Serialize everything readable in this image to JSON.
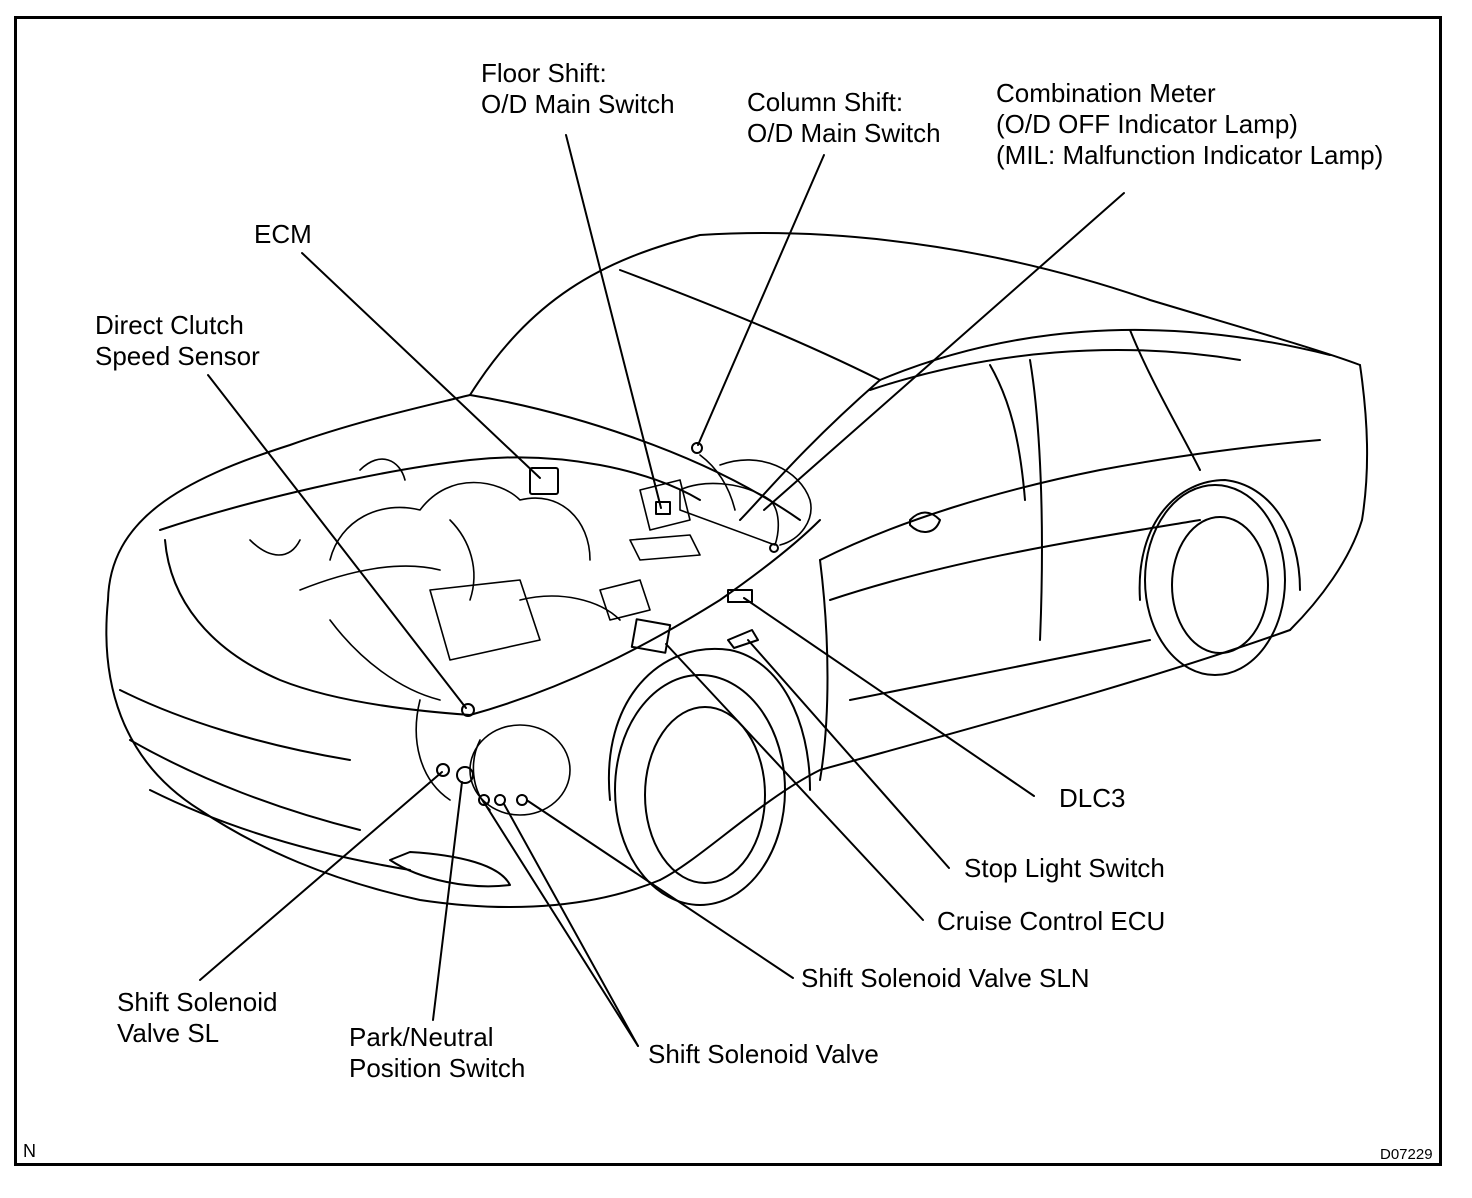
{
  "labels": {
    "floor_shift_1": "Floor Shift:",
    "floor_shift_2": "O/D Main Switch",
    "column_shift_1": "Column Shift:",
    "column_shift_2": "O/D Main Switch",
    "combo_meter_1": "Combination Meter",
    "combo_meter_2": "(O/D OFF Indicator Lamp)",
    "combo_meter_3": "(MIL: Malfunction Indicator Lamp)",
    "ecm": "ECM",
    "dcs_1": "Direct Clutch",
    "dcs_2": "Speed Sensor",
    "dlc3": "DLC3",
    "stop_light": "Stop Light Switch",
    "cruise_ecu": "Cruise Control ECU",
    "ssv_sln": "Shift Solenoid Valve SLN",
    "ssv_sl_1": "Shift Solenoid",
    "ssv_sl_2": "Valve SL",
    "pnp_1": "Park/Neutral",
    "pnp_2": "Position Switch",
    "ssv": "Shift Solenoid Valve"
  },
  "corner_left": "N",
  "corner_right": "D07229"
}
